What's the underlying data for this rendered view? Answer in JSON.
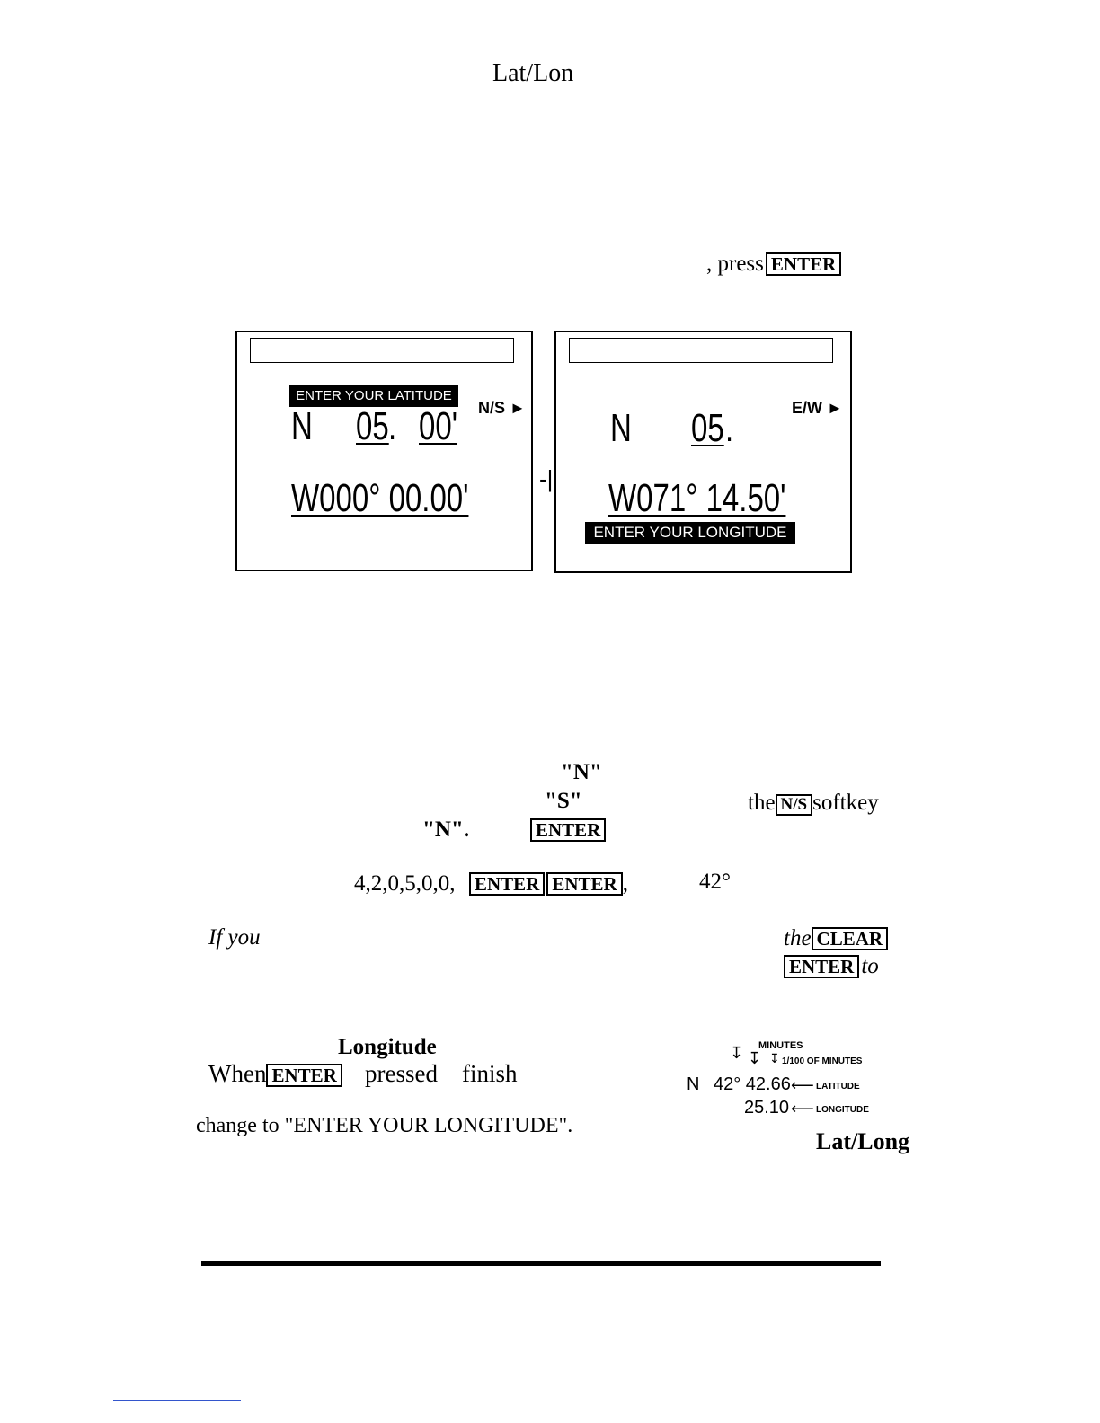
{
  "header": {
    "title": "Lat/Lon"
  },
  "intro": {
    "press_text": ", press",
    "enter_key": "ENTER"
  },
  "latitude_screen": {
    "banner": "ENTER YOUR LATITUDE",
    "softkey": "N/S",
    "lat_hemi": "N",
    "lat_deg": "05",
    "lat_min": "00'",
    "lon_value": "W000° 00.00'"
  },
  "longitude_screen": {
    "softkey": "E/W",
    "lat_hemi": "N",
    "lat_deg": "05",
    "lon_value": "W071° 14.50'",
    "banner": "ENTER YOUR LONGITUDE"
  },
  "between_mark": "-|",
  "instructions": {
    "n_quote": "\"N\"",
    "s_quote": "\"S\"",
    "the": "the",
    "ns_key": "N/S",
    "softkey": "softkey",
    "n_quote_period": "\"N\".",
    "enter_key": "ENTER",
    "digits": "4,2,0,5,0,0,",
    "enter_key_2a": "ENTER",
    "enter_key_2b": "ENTER",
    "comma": ",",
    "degrees": "42°",
    "if_you": "If you",
    "the_italic": "the",
    "clear_key": "CLEAR",
    "enter_key_3": "ENTER",
    "to_italic": "to"
  },
  "longitude_section": {
    "heading": "Longitude",
    "when": "When",
    "enter_key": "ENTER",
    "pressed": "pressed",
    "finish": "finish",
    "change_to": "change to \"ENTER YOUR LONGITUDE\".",
    "lat_long": "Lat/Long"
  },
  "diagram": {
    "minutes_label": "MINUTES",
    "hundredths_label": "1/100 OF MINUTES",
    "hemi": "N",
    "lat_value": "42° 42.66",
    "latitude_label": "LATITUDE",
    "lon_value": "25.10",
    "longitude_label": "LONGITUDE"
  }
}
